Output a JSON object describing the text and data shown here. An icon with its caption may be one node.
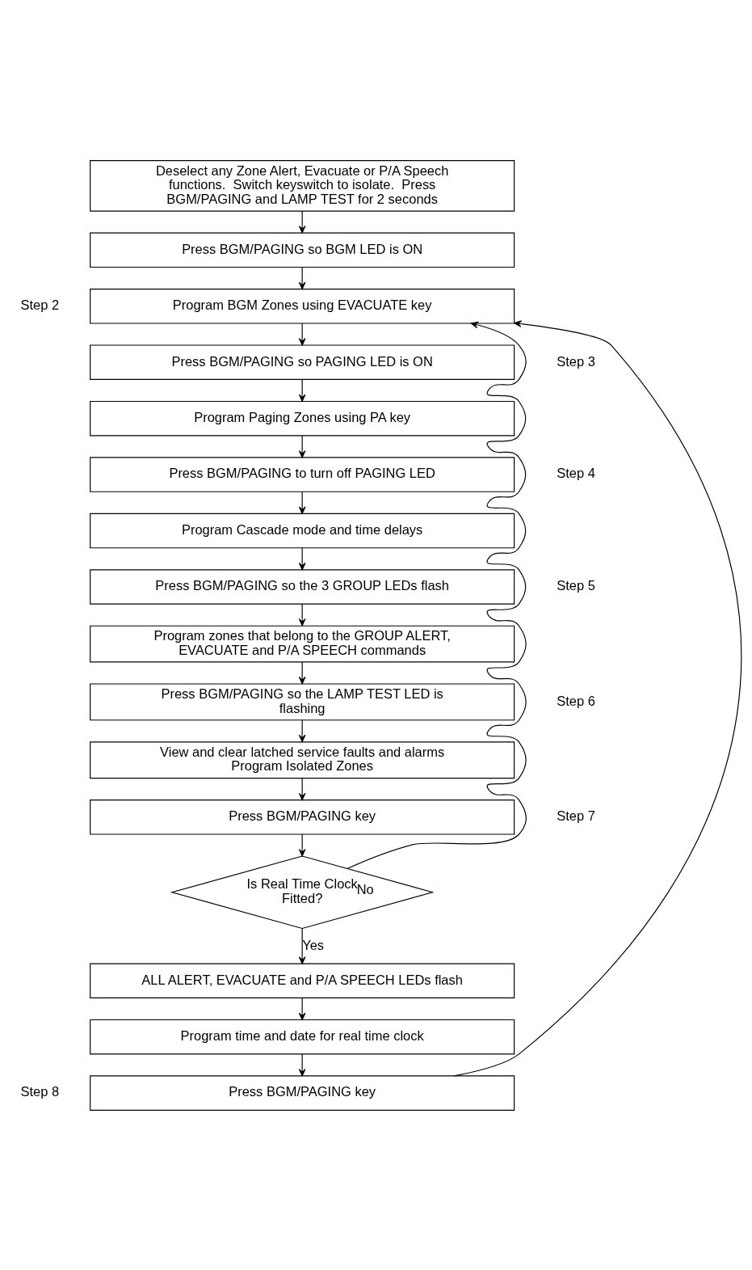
{
  "diagram": {
    "nodes": [
      {
        "text": [
          "Deselect any Zone Alert, Evacuate or P/A Speech functions.  Switch keyswitch to isolate.  Press BGM/PAGING and LAMP TEST for 2 seconds"
        ]
      },
      {
        "text": [
          "Press BGM/PAGING so BGM LED is ON"
        ]
      },
      {
        "text": [
          "Program BGM Zones using EVACUATE key"
        ],
        "beside": [
          "Step 2"
        ]
      },
      {
        "text": [
          "Press BGM/PAGING so PAGING LED is ON"
        ],
        "beside": [
          "Step 3"
        ]
      },
      {
        "text": [
          "Program Paging Zones using PA key"
        ]
      },
      {
        "text": [
          "Press BGM/PAGING to turn off PAGING LED"
        ],
        "beside": [
          "Step 4"
        ]
      },
      {
        "text": [
          "Program Cascade mode and time delays"
        ]
      },
      {
        "text": [
          "Press BGM/PAGING so the 3 GROUP LEDs flash"
        ],
        "beside": [
          "Step 5"
        ]
      },
      {
        "text": [
          "Program zones that belong to the GROUP ALERT, EVACUATE and P/A SPEECH commands"
        ]
      },
      {
        "text": [
          "Press BGM/PAGING so the LAMP TEST LED is flashing"
        ],
        "beside": [
          "Step 6"
        ]
      },
      {
        "text": [
          "View and clear latched service faults and alarms Program Isolated Zones"
        ]
      },
      {
        "text": [
          "Press BGM/PAGING key"
        ],
        "beside": [
          "Step 7"
        ]
      },
      {
        "text": [
          "Is Real Time Clock Fitted?"
        ]
      },
      {
        "text": [
          "ALL ALERT, EVACUATE and P/A SPEECH LEDs flash"
        ]
      },
      {
        "text": [
          "Program time and date for real time clock"
        ]
      },
      {
        "text": [
          "Press BGM/PAGING key"
        ],
        "beside": [
          "Step 8"
        ]
      }
    ],
    "edges": [
      {
        "from": 0,
        "to": 1,
        "arrow": "to"
      },
      {
        "from": 1,
        "to": 2,
        "arrow": "to"
      },
      {
        "from": 2,
        "to": 3,
        "arrow": "to"
      },
      {
        "from": 3,
        "to": 4,
        "arrow": "to"
      },
      {
        "from": 4,
        "to": 5,
        "arrow": "to"
      },
      {
        "from": 5,
        "to": 6,
        "arrow": "to"
      },
      {
        "from": 6,
        "to": 7,
        "arrow": "to"
      },
      {
        "from": 7,
        "to": 8,
        "arrow": "to"
      },
      {
        "from": 8,
        "to": 9,
        "arrow": "to"
      },
      {
        "from": 9,
        "to": 10,
        "arrow": "to"
      },
      {
        "from": 10,
        "to": 11,
        "arrow": "to"
      },
      {
        "from": 11,
        "to": 12,
        "arrow": "to"
      },
      {
        "from": 12,
        "to": 2,
        "arrow": "to",
        "label": "No"
      },
      {
        "from": 12,
        "to": 13,
        "arrow": "to",
        "label": "Yes"
      },
      {
        "from": 13,
        "to": 14,
        "arrow": "to"
      },
      {
        "from": 14,
        "to": 15,
        "arrow": "to"
      },
      {
        "from": 15,
        "to": 2,
        "arrow": "to"
      }
    ]
  }
}
